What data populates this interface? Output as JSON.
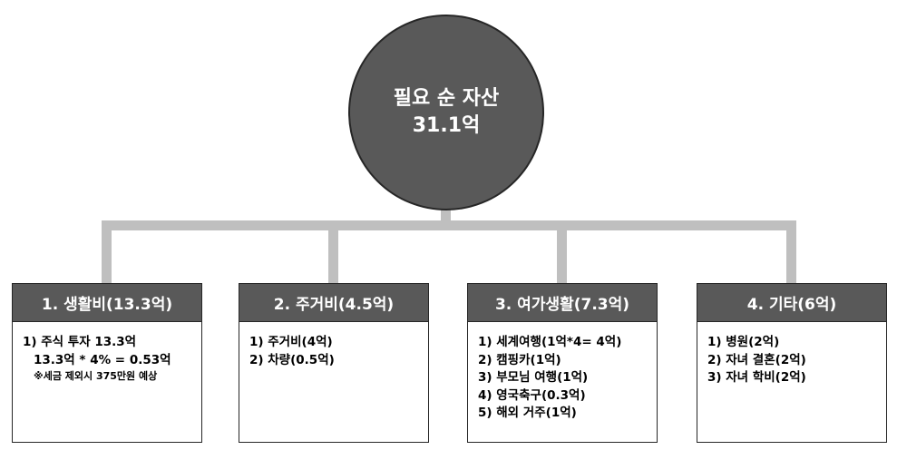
{
  "root": {
    "line1": "필요 순 자산",
    "line2": "31.1억"
  },
  "categories": [
    {
      "title": "1. 생활비(13.3억)",
      "items": [
        "1) 주식 투자 13.3억",
        "13.3억 * 4% = 0.53억"
      ],
      "note": "※세금 제외시 375만원 예상"
    },
    {
      "title": "2. 주거비(4.5억)",
      "items": [
        "1) 주거비(4억)",
        "2) 차량(0.5억)"
      ]
    },
    {
      "title": "3. 여가생활(7.3억)",
      "items": [
        "1) 세계여행(1억*4= 4억)",
        "2) 캠핑카(1억)",
        "3) 부모님 여행(1억)",
        "4) 영국축구(0.3억)",
        "5) 해외 거주(1억)"
      ]
    },
    {
      "title": "4. 기타(6억)",
      "items": [
        "1) 병원(2억)",
        "2) 자녀 결혼(2억)",
        "3) 자녀 학비(2억)"
      ]
    }
  ],
  "colors": {
    "node_fill": "#595959",
    "connector": "#bfbfbf",
    "border": "#262626",
    "text_light": "#ffffff"
  }
}
